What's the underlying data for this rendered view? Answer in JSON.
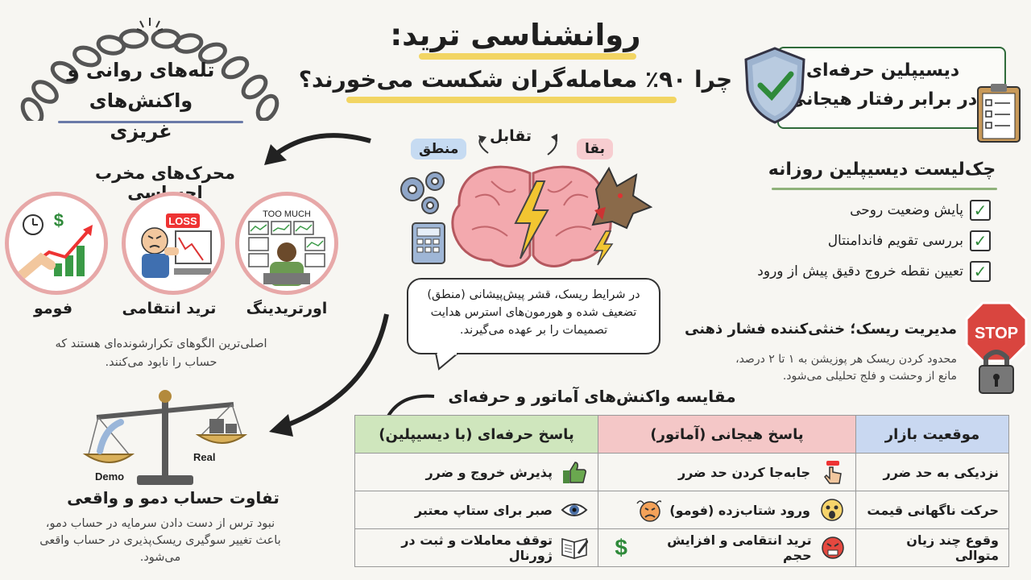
{
  "header": {
    "title_line1": "روانشناسی ترید:",
    "title_line2": "چرا ۹۰٪ معامله‌گران شکست می‌خورند؟"
  },
  "traps": {
    "title_line1": "تله‌های روانی و",
    "title_line2": "واکنش‌های غریزی",
    "destructive_title": "محرک‌های مخرب احساسی",
    "items": [
      {
        "label": "اورتریدینگ",
        "image_text": "TOO MUCH"
      },
      {
        "label": "ترید انتقامی",
        "image_text": "LOSS"
      },
      {
        "label": "فومو"
      }
    ],
    "note": "اصلی‌ترین الگوهای تکرارشونده‌ای هستند که حساب را نابود می‌کنند."
  },
  "scale": {
    "left_label": "Demo",
    "right_label": "Real",
    "title": "تفاوت حساب دمو و واقعی",
    "note": "نبود ترس از دست دادن سرمایه در حساب دمو، باعث تغییر سوگیری ریسک‌پذیری در حساب واقعی می‌شود."
  },
  "brain": {
    "conflict": "تقابل",
    "logic": "منطق",
    "survival": "بقا",
    "bubble": "در شرایط ریسک، قشر پیش‌پیشانی (منطق) تضعیف شده و هورمون‌های استرس هدایت تصمیمات را بر عهده می‌گیرند."
  },
  "discipline": {
    "box_line1": "دیسیپلین حرفه‌ای",
    "box_line2": "در برابر رفتار هیجانی",
    "checklist_title": "چک‌لیست دیسیپلین روزانه",
    "checklist": [
      "پایش وضعیت روحی",
      "بررسی تقویم فاندامنتال",
      "تعیین نقطه خروج دقیق پیش از ورود"
    ],
    "risk_title": "مدیریت ریسک؛ خنثی‌کننده فشار ذهنی",
    "risk_note": "محدود کردن ریسک هر پوزیشن به ۱ تا ۲ درصد، مانع از وحشت و فلج تحلیلی می‌شود.",
    "stop_text": "STOP"
  },
  "comparison": {
    "title": "مقایسه واکنش‌های آماتور و حرفه‌ای",
    "headers": [
      "موقعیت بازار",
      "پاسخ هیجانی (آماتور)",
      "پاسخ حرفه‌ای (با دیسیپلین)"
    ],
    "rows": [
      {
        "situation": "نزدیکی به حد ضرر",
        "amateur": "جابه‌جا کردن حد ضرر",
        "pro": "پذیرش خروج و ضرر",
        "amateur_icon": "finger-press-icon",
        "pro_icon": "thumbs-up-icon"
      },
      {
        "situation": "حرکت ناگهانی قیمت",
        "amateur": "ورود شتاب‌زده (فومو)",
        "pro": "صبر برای ستاپ معتبر",
        "amateur_icon": "panic-face-icon",
        "pro_icon": "eye-icon"
      },
      {
        "situation": "وقوع چند زیان متوالی",
        "amateur": "ترید انتقامی و افزایش حجم",
        "pro": "توقف معاملات و ثبت در ژورنال",
        "amateur_icon": "angry-face-icon",
        "pro_icon": "journal-icon"
      }
    ]
  },
  "colors": {
    "accent_yellow": "#f1cf4a",
    "green": "#2f8a3a",
    "red_header": "#f4c7c7",
    "green_header": "#cfe6bd",
    "blue_header": "#c9d8f1"
  }
}
